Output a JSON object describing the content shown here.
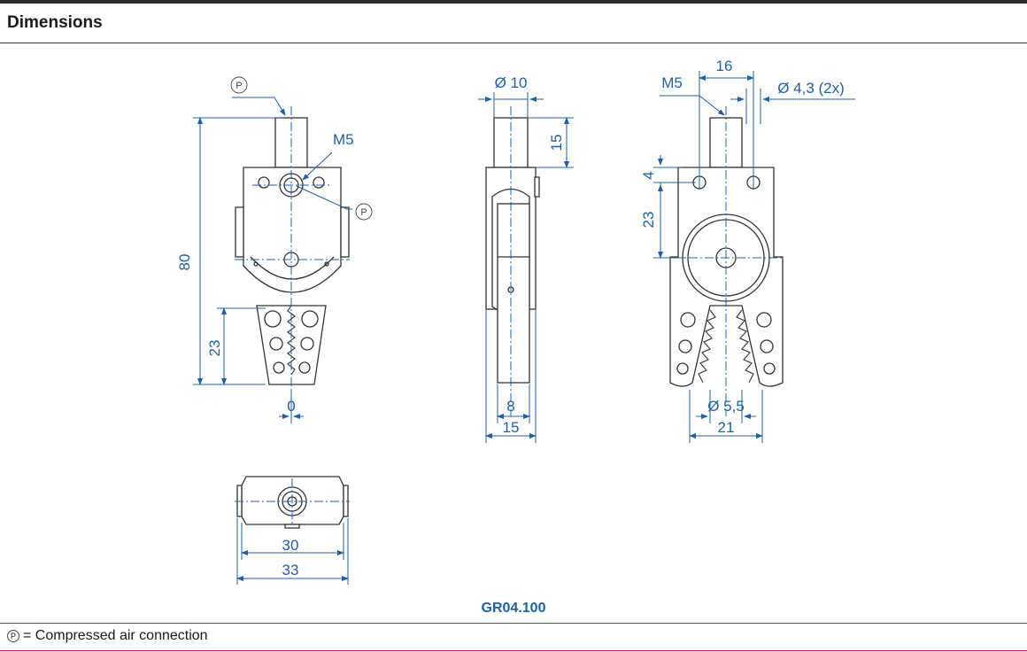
{
  "header": {
    "title": "Dimensions"
  },
  "colors": {
    "dimension": "#1f5fa8",
    "outline": "#333333",
    "accent_rule": "#b4283c"
  },
  "views": {
    "front": {
      "labels": {
        "port_top": "P",
        "port_side": "P",
        "thread": "M5"
      },
      "dims": {
        "height": "80",
        "jaw_height": "23",
        "zero": "0"
      }
    },
    "side": {
      "dims": {
        "shaft_dia": "Ø 10",
        "shaft_len": "15",
        "width_inner": "8",
        "width_outer": "15"
      }
    },
    "back": {
      "labels": {
        "thread": "M5",
        "holes": "Ø 4,3 (2x)"
      },
      "dims": {
        "hole_spacing": "16",
        "top_offset": "4",
        "center_offset": "23",
        "jaw_open": "Ø 5,5",
        "jaw_width": "21"
      }
    },
    "bottom": {
      "dims": {
        "inner": "30",
        "outer": "33"
      }
    }
  },
  "model": "GR04.100",
  "legend": {
    "symbol": "P",
    "text": "= Compressed air connection"
  }
}
